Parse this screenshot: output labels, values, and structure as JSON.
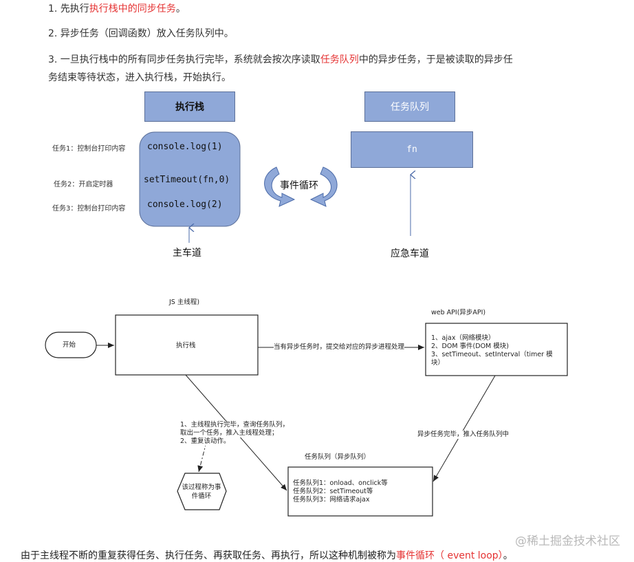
{
  "steps": {
    "step1": {
      "prefix": "1. 先执行",
      "highlight": "执行栈中的同步任务",
      "suffix": "。"
    },
    "step2": {
      "text": "2. 异步任务（回调函数）放入任务队列中。"
    },
    "step3": {
      "prefix": "3. 一旦执行栈中的所有同步任务执行完毕，系统就会按次序读取",
      "highlight": "任务队列",
      "suffix": "中的异步任务，于是被读取的异步任",
      "line2": "务结束等待状态，进入执行栈，开始执行。"
    }
  },
  "diagram1": {
    "stack_title": "执行栈",
    "queue_title": "任务队列",
    "stack_items": [
      "console.log(1)",
      "setTimeout(fn,0)",
      "console.log(2)"
    ],
    "task_labels": [
      "任务1：控制台打印内容",
      "任务2：开启定时器",
      "任务3：控制台打印内容"
    ],
    "queue_item": "fn",
    "loop_label": "事件循环",
    "main_lane": "主车道",
    "emergency_lane": "应急车道"
  },
  "diagram2": {
    "js_thread": "JS 主线程)",
    "start": "开始",
    "exec_stack": "执行栈",
    "async_arrow_label": "当有异步任务时，提交给对应的异步进程处理",
    "webapi_title": "web API(异步API)",
    "webapi_items": [
      "1、ajax（网络模块）",
      "2、DOM 事件(DOM 模块)",
      "3、setTimeout、setInterval（timer 模",
      "块）"
    ],
    "complete_label": "异步任务完毕，推入任务队列中",
    "main_done_lines": [
      "1、主线程执行完毕，查询任务队列，",
      "取出一个任务，推入主线程处理；",
      "2、重复该动作。"
    ],
    "loop_lines": [
      "该过程称为事",
      "件循环"
    ],
    "queue_title": "任务队列（异步队列）",
    "queue_items": [
      "任务队列1：onload、onclick等",
      "任务队列2：setTimeout等",
      "任务队列3：网络请求ajax"
    ]
  },
  "footer": {
    "prefix": "由于主线程不断的重复获得任务、执行任务、再获取任务、再执行，所以这种机制被称为",
    "highlight": "事件循环（ event loop）",
    "suffix": "。"
  },
  "watermark": "@稀土掘金技术社区",
  "colors": {
    "highlight_red": "#e53333",
    "box_blue": "#8fa8d8",
    "box_border": "#5b6f98"
  }
}
